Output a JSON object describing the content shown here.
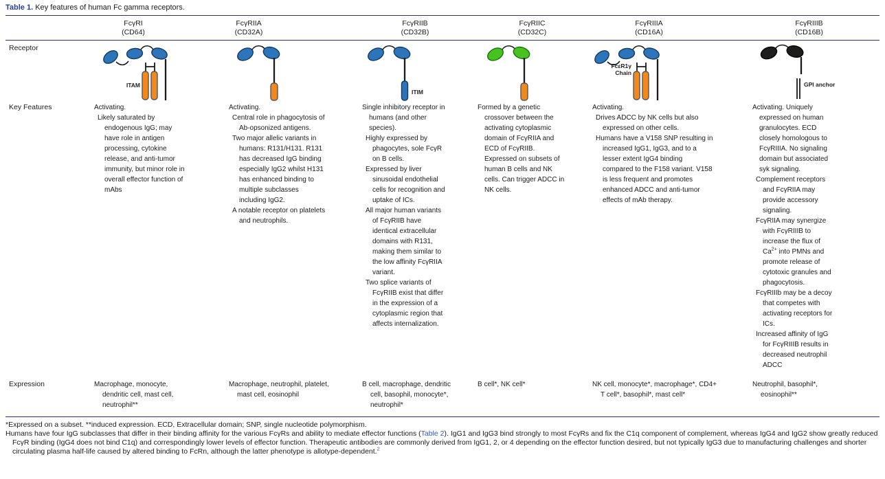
{
  "title": {
    "label": "Table 1.",
    "text": " Key features of human Fc gamma receptors."
  },
  "columns": [
    {
      "name": "FcγRI",
      "cd": "(CD64)"
    },
    {
      "name": "FcγRIIA",
      "cd": "(CD32A)"
    },
    {
      "name": "FcγRIIB",
      "cd": "(CD32B)"
    },
    {
      "name": "FcγRIIC",
      "cd": "(CD32C)"
    },
    {
      "name": "FcγRIIIA",
      "cd": "(CD16A)"
    },
    {
      "name": "FcγRIIIB",
      "cd": "(CD16B)"
    }
  ],
  "row_labels": {
    "receptor": "Receptor",
    "key_features": "Key Features",
    "expression": "Expression"
  },
  "diagram_labels": {
    "itam": "ITAM",
    "itim": "ITIM",
    "fcr_gamma_line1": "FcεR1γ",
    "fcr_gamma_line2": "Chain",
    "gpi": "GPI anchor"
  },
  "key_features": {
    "fcgri": [
      "Activating.",
      "Likely saturated by endogenous IgG; may have role in antigen processing, cytokine release, and anti-tumor immunity, but minor role in overall effector function of mAbs"
    ],
    "fcgriia": [
      "Activating.",
      "Central role in phagocytosis of Ab-opsonized antigens.",
      "Two major allelic variants in humans: R131/H131. R131 has decreased IgG binding especially IgG2 whilst H131 has enhanced binding to multiple subclasses including IgG2.",
      "A notable receptor on platelets and neutrophils."
    ],
    "fcgriib": [
      "Single inhibitory receptor in humans (and other species).",
      "Highly expressed by phagocytes, sole FcγR on B cells.",
      "Expressed by liver sinusoidal endothelial cells for recognition and uptake of ICs.",
      "All major human variants of FcγRIIB have identical extracellular domains with R131, making them similar to the low affinity FcγRIIA variant.",
      "Two splice variants of FcγRIIB exist that differ in the expression of a cytoplasmic region that affects internalization."
    ],
    "fcgriic": [
      "Formed by a genetic crossover between the activating cytoplasmic domain of FcγRIIA and ECD of FcγRIIB. Expressed on subsets of human B cells and NK cells. Can trigger ADCC in NK cells."
    ],
    "fcgriiia": [
      "Activating.",
      "Drives ADCC by NK cells but also expressed on other cells.",
      "Humans have a V158 SNP resulting in increased IgG1, IgG3, and to a lesser extent IgG4 binding compared to the F158 variant. V158 is less frequent and promotes enhanced ADCC and anti-tumor effects of mAb therapy."
    ],
    "fcgriiib": {
      "p0": "Activating. Uniquely expressed on human granulocytes. ECD closely homologous to FcγRIIIA. No signaling domain but associated syk signaling.",
      "p1": "Complement receptors and FcγRIIA may provide accessory signaling.",
      "p2_pre": "FcγRIIA may synergize with FcγRIIIB to increase the flux of Ca",
      "p2_sup": "2+",
      "p2_post": " into PMNs and promote release of cytotoxic granules and phagocytosis.",
      "p3": "FcγRIIIb may be a decoy that competes with activating receptors for ICs.",
      "p4": "Increased affinity of IgG for FcγRIIIB results in decreased neutrophil ADCC"
    }
  },
  "expression": {
    "fcgri": "Macrophage, monocyte, dendritic cell, mast cell, neutrophil**",
    "fcgriia": "Macrophage, neutrophil, platelet, mast cell, eosinophil",
    "fcgriib": "B cell, macrophage, dendritic cell, basophil, monocyte*, neutrophil*",
    "fcgriic": "B cell*, NK cell*",
    "fcgriiia": "NK cell, monocyte*, macrophage*, CD4+ T cell*, basophil*, mast cell*",
    "fcgriiib": "Neutrophil, basophil*, eosinophil**"
  },
  "footnotes": {
    "line1": "*Expressed on a subset. **induced expression. ECD, Extracellular domain; SNP, single nucleotide polymorphism.",
    "para_pre": "Humans have four IgG subclasses that differ in their binding affinity for the various FcγRs and ability to mediate effector functions (",
    "link": "Table 2",
    "para_post": "). IgG1 and IgG3 bind strongly to most FcγRs and fix the C1q component of complement, whereas IgG4 and IgG2 show greatly reduced FcγR binding (IgG4 does not bind C1q) and correspondingly lower levels of effector function. Therapeutic antibodies are commonly derived from IgG1, 2, or 4 depending on the effector function desired, but not typically IgG3 due to manufacturing challenges and shorter circulating plasma half-life caused by altered binding to FcRn, although the latter phenotype is allotype-dependent.",
    "ref": "2"
  },
  "colors": {
    "title_accent": "#2c3e8f",
    "rule": "#27345f",
    "link": "#3a57a7",
    "oval_blue": "#2d74ba",
    "oval_green": "#48c220",
    "oval_black": "#1d1d1b",
    "motif_orange": "#f2891e",
    "motif_blue": "#2d74ba"
  }
}
